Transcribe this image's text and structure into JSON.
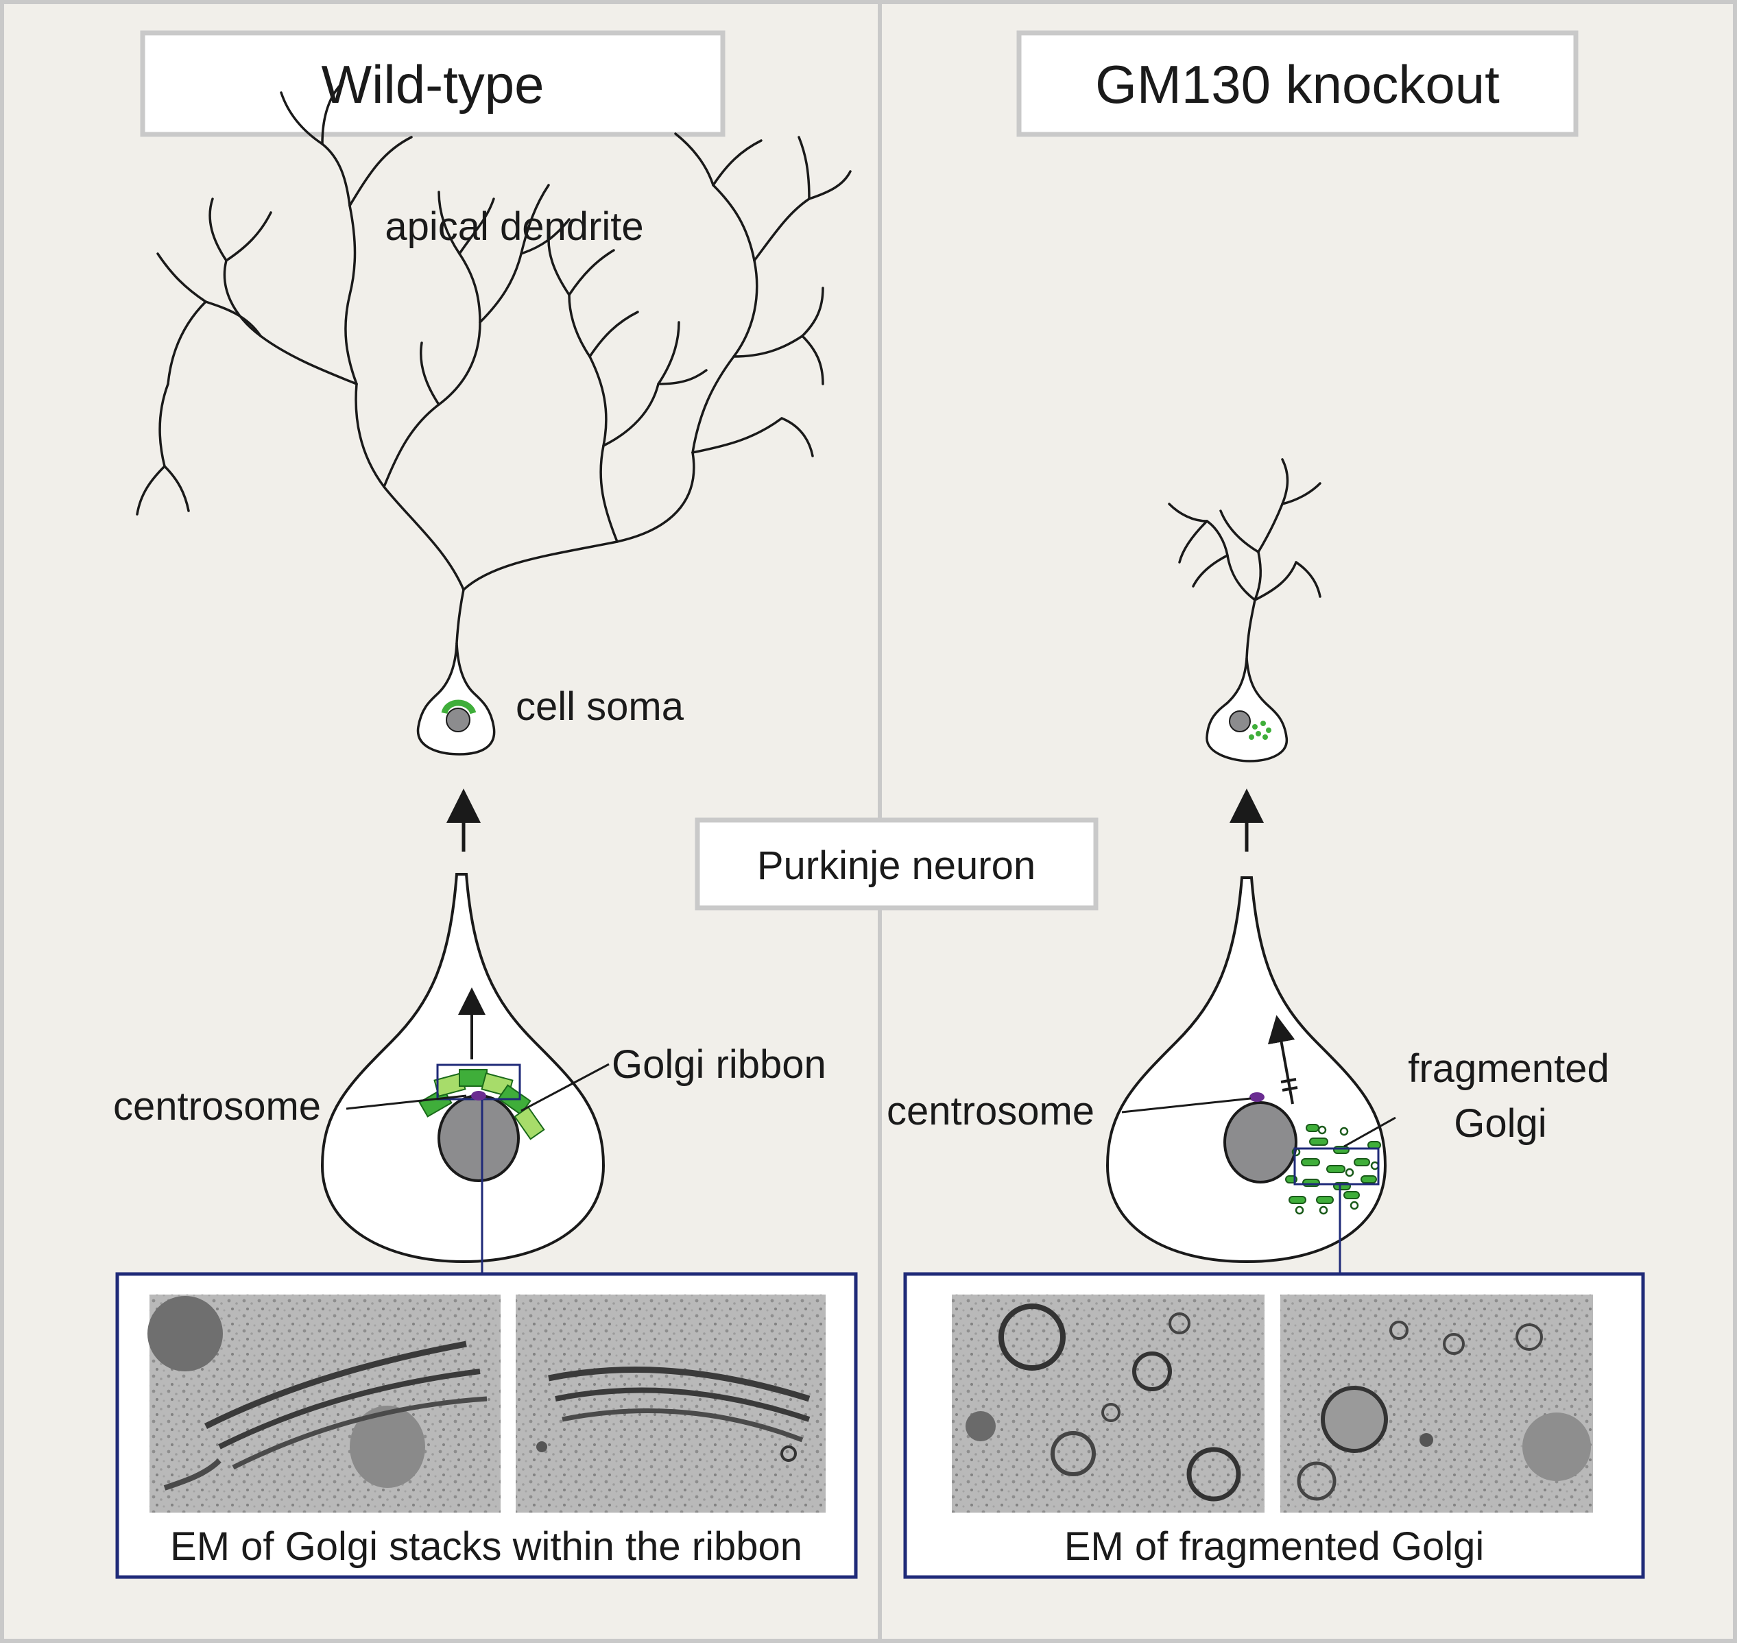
{
  "panels": {
    "left": {
      "title": "Wild-type",
      "label_dendrite": "apical dendrite",
      "label_soma": "cell soma",
      "label_golgi": "Golgi ribbon",
      "label_centrosome": "centrosome",
      "em_caption": "EM of Golgi stacks within the ribbon"
    },
    "right": {
      "title": "GM130 knockout",
      "label_golgi_line1": "fragmented",
      "label_golgi_line2": "Golgi",
      "label_centrosome": "centrosome",
      "em_caption": "EM of fragmented Golgi"
    }
  },
  "center_label": "Purkinje neuron",
  "colors": {
    "panel_bg": "#f1efea",
    "panel_border": "#c9c9c9",
    "em_box_border": "#1f2a78",
    "golgi_green": "#3fae3a",
    "golgi_light": "#a7dc6a",
    "nucleus": "#8c8c8e",
    "centrosome": "#6a2c91"
  }
}
